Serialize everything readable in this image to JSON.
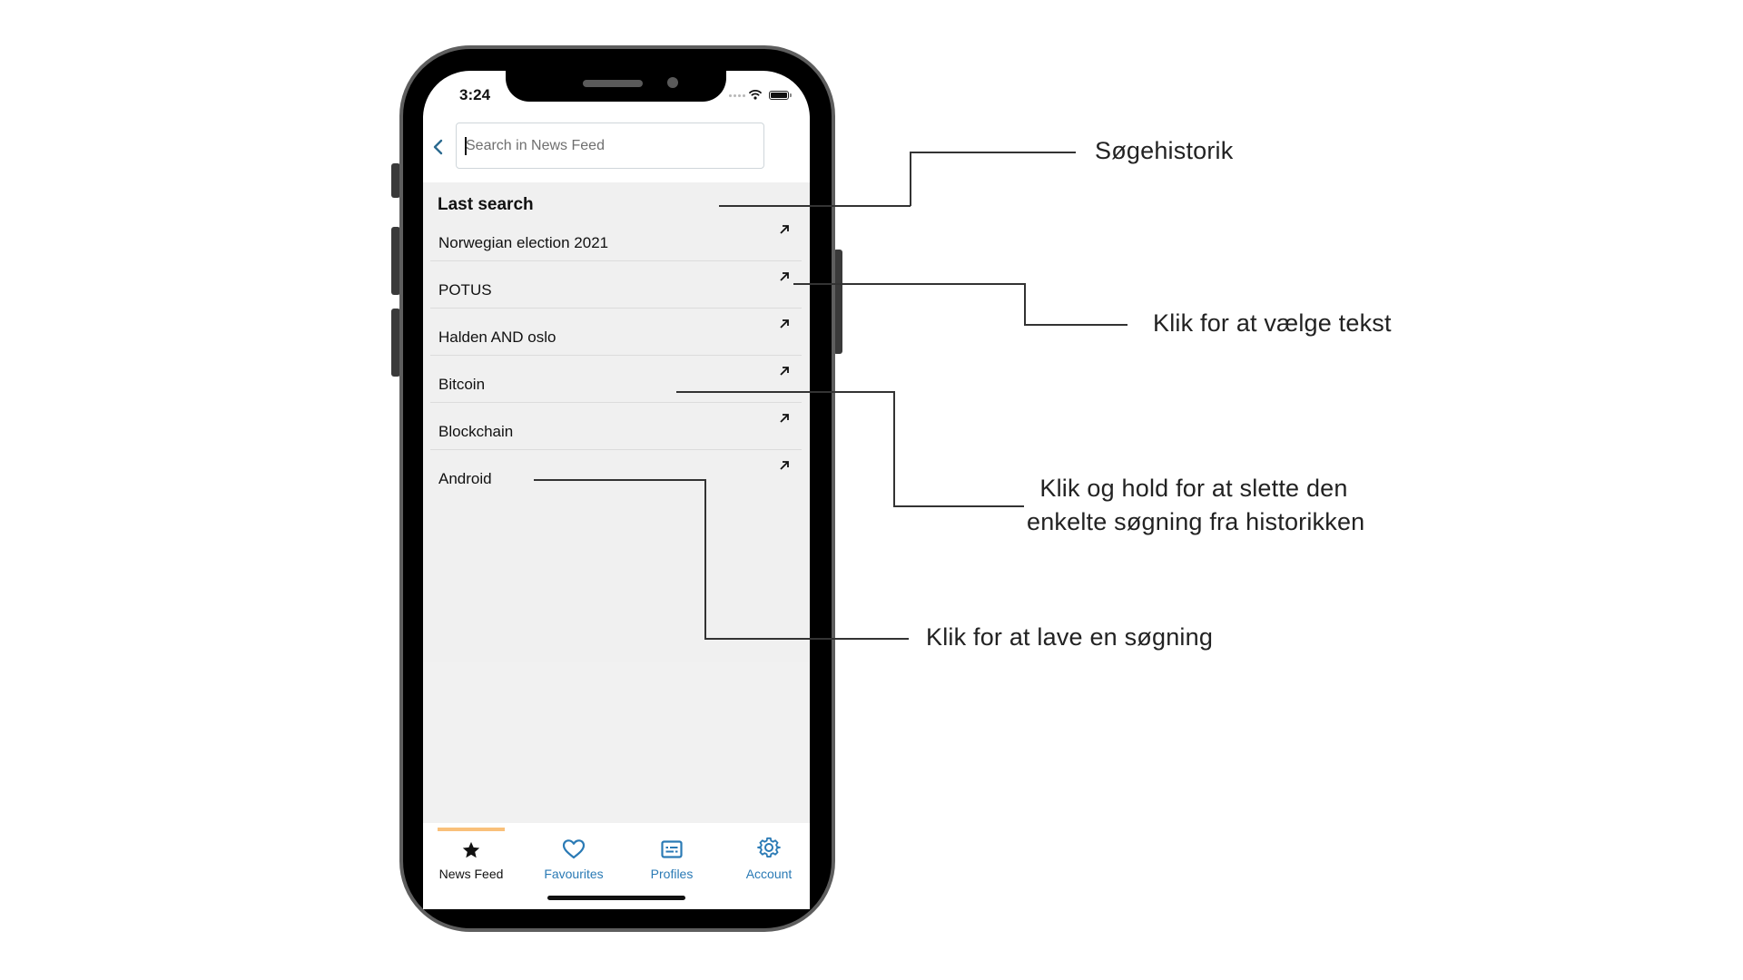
{
  "status_bar": {
    "time": "3:24"
  },
  "search": {
    "placeholder": "Search in News Feed",
    "value": ""
  },
  "history": {
    "title": "Last search",
    "items": [
      {
        "label": "Norwegian election 2021",
        "icon": "arrow-up-left-icon"
      },
      {
        "label": "POTUS",
        "icon": "arrow-up-left-icon"
      },
      {
        "label": "Halden AND oslo",
        "icon": "arrow-up-left-icon"
      },
      {
        "label": "Bitcoin",
        "icon": "arrow-up-left-icon"
      },
      {
        "label": "Blockchain",
        "icon": "arrow-up-left-icon"
      },
      {
        "label": "Android",
        "icon": "arrow-up-left-icon"
      }
    ]
  },
  "tabbar": {
    "active_color": "#111111",
    "inactive_color": "#2a7ab5",
    "indicator_color": "#f9c07a",
    "tabs": [
      {
        "label": "News Feed",
        "icon": "star-icon",
        "active": true
      },
      {
        "label": "Favourites",
        "icon": "heart-icon",
        "active": false
      },
      {
        "label": "Profiles",
        "icon": "profile-card-icon",
        "active": false
      },
      {
        "label": "Account",
        "icon": "gear-icon",
        "active": false
      }
    ]
  },
  "annotations": {
    "search_history": "Søgehistorik",
    "select_text": "Klik for at vælge tekst",
    "delete_line1": "Klik og hold for at slette den",
    "delete_line2": "enkelte søgning fra historikken",
    "do_search": "Klik for at lave en søgning"
  }
}
